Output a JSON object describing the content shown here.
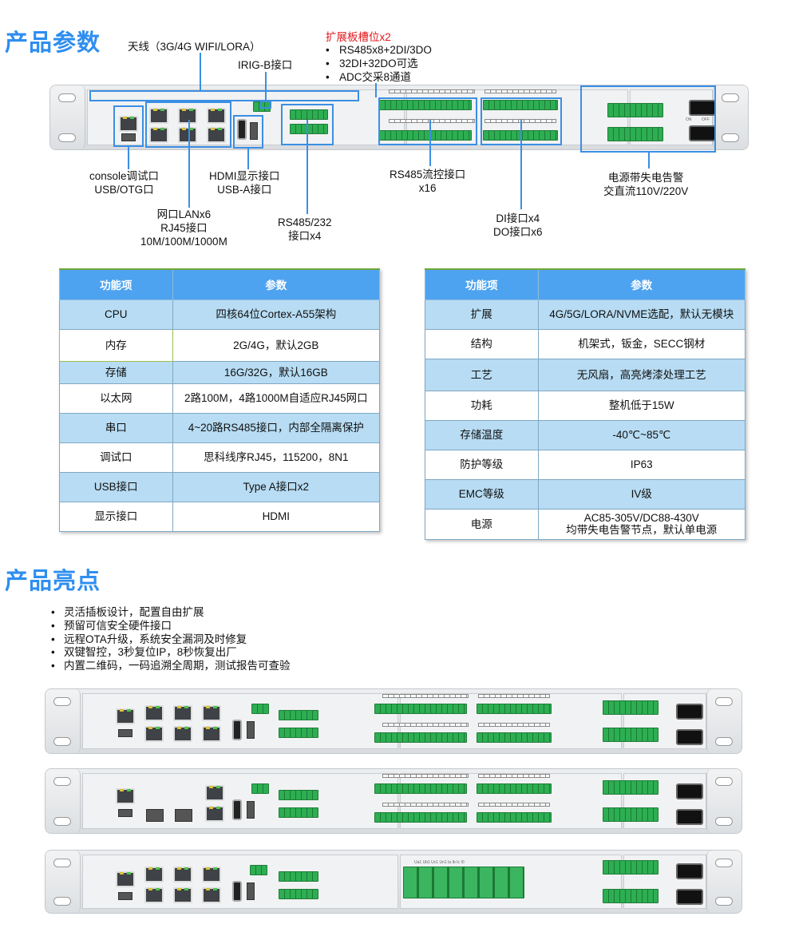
{
  "section1_title": "产品参数",
  "section2_title": "产品亮点",
  "callouts": {
    "antenna": "天线（3G/4G WIFI/LORA）",
    "irig": "IRIG-B接口",
    "expansion_title": "扩展板槽位x2",
    "expansion_items": [
      "RS485x8+2DI/3DO",
      "32DI+32DO可选",
      "ADC交采8通道"
    ],
    "console": [
      "console调试口",
      "USB/OTG口"
    ],
    "lan": [
      "网口LANx6",
      "RJ45接口",
      "10M/100M/1000M"
    ],
    "hdmi": [
      "HDMI显示接口",
      "USB-A接口"
    ],
    "rs232": [
      "RS485/232",
      "接口x4"
    ],
    "rs485flow": [
      "RS485流控接口",
      "x16"
    ],
    "dido": [
      "DI接口x4",
      "DO接口x6"
    ],
    "power": [
      "电源带失电告警",
      "交直流110V/220V"
    ]
  },
  "table_left": {
    "headers": [
      "功能项",
      "参数"
    ],
    "rows": [
      [
        "CPU",
        "四核64位Cortex-A55架构"
      ],
      [
        "内存",
        "2G/4G，默认2GB"
      ],
      [
        "存储",
        "16G/32G，默认16GB"
      ],
      [
        "以太网",
        "2路100M，4路1000M自适应RJ45网口"
      ],
      [
        "串口",
        "4~20路RS485接口，内部全隔离保护"
      ],
      [
        "调试口",
        "思科线序RJ45，115200，8N1"
      ],
      [
        "USB接口",
        "Type A接口x2"
      ],
      [
        "显示接口",
        "HDMI"
      ]
    ]
  },
  "table_right": {
    "headers": [
      "功能项",
      "参数"
    ],
    "rows": [
      [
        "扩展",
        "4G/5G/LORA/NVME选配，默认无模块"
      ],
      [
        "结构",
        "机架式，钣金，SECC钢材"
      ],
      [
        "工艺",
        "无风扇，高亮烤漆处理工艺"
      ],
      [
        "功耗",
        "整机低于15W"
      ],
      [
        "存储温度",
        "-40℃~85℃"
      ],
      [
        "防护等级",
        "IP63"
      ],
      [
        "EMC等级",
        "IV级"
      ],
      [
        "电源",
        "AC85-305V/DC88-430V\n均带失电告警节点，默认单电源"
      ]
    ]
  },
  "features": [
    "灵活插板设计，配置自由扩展",
    "预留可信安全硬件接口",
    "远程OTA升级，系统安全漏洞及时修复",
    "双键智控，3秒复位IP，8秒恢复出厂",
    "内置二维码，一码追溯全周期，测试报告可查验"
  ],
  "switch_labels": [
    "ON",
    "OFF"
  ],
  "meter_labels": [
    "Ua1",
    "Ub1",
    "Uc1",
    "Un1",
    "Ia",
    "Ib",
    "Ic",
    "I0"
  ]
}
